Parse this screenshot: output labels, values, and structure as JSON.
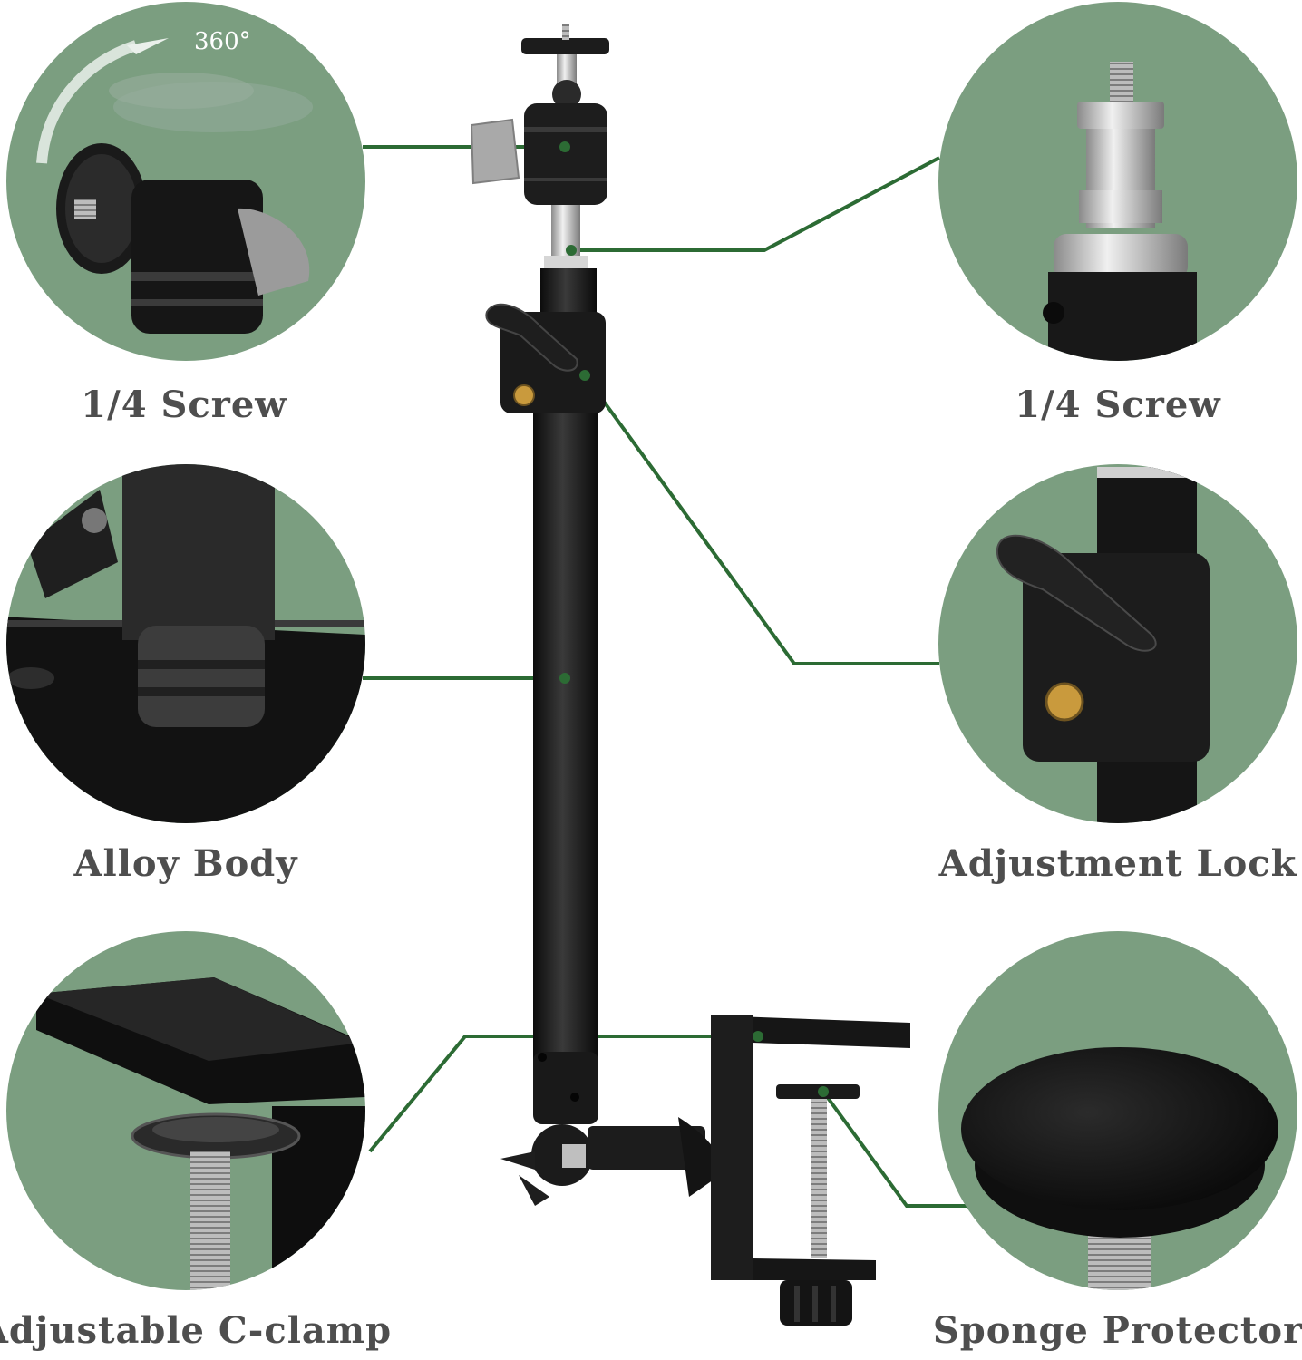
{
  "colors": {
    "circle_bg": "#7b9e80",
    "connector": "#2c6b34",
    "metal_dark": "#1b1b1b",
    "metal_silver": "#c8c8c8",
    "label_text": "#4e4e4e"
  },
  "rotation_badge": "360°",
  "features": {
    "top_left": {
      "label": "1/4 Screw",
      "icon": "ball-head-icon"
    },
    "top_right": {
      "label": "1/4 Screw",
      "icon": "spigot-adapter-icon"
    },
    "middle_left": {
      "label": "Alloy Body",
      "icon": "alloy-joint-icon"
    },
    "middle_right": {
      "label": "Adjustment Lock",
      "icon": "lock-knob-icon"
    },
    "bottom_left": {
      "label": "Adjustable C-clamp",
      "icon": "c-clamp-icon"
    },
    "bottom_right": {
      "label": "Sponge Protector",
      "icon": "sponge-pad-icon"
    }
  }
}
